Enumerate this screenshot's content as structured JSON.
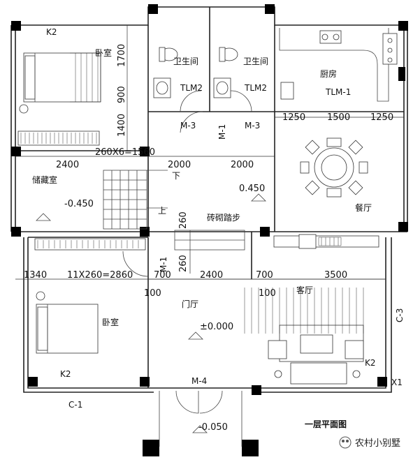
{
  "plan_title": "一层平面图",
  "watermark": "农村小别墅",
  "rooms": {
    "bedroom_top": "卧室",
    "bathroom_left": "卫生间",
    "bathroom_right": "卫生间",
    "kitchen": "厨房",
    "storage": "储藏室",
    "dining": "餐厅",
    "living": "客厅",
    "foyer": "门厅",
    "bedroom_bottom": "卧室",
    "brick_steps": "砖砌踏步"
  },
  "tags": {
    "k2_top": "K2",
    "tlm2_left": "TLM2",
    "tlm2_right": "TLM2",
    "tlm1": "TLM-1",
    "m3_left": "M-3",
    "m1_top": "M-1",
    "m3_right": "M-3",
    "m1_mid": "M-1",
    "m4": "M-4",
    "c1": "C-1",
    "c3": "C-3",
    "k2_bl": "K2",
    "k2_br": "K2",
    "stairs_down": "下",
    "stairs_up": "上",
    "x1": "X1"
  },
  "dimensions": {
    "d1700": "1700",
    "d900": "900",
    "d1400": "1400",
    "d1250a": "1250",
    "d1500": "1500",
    "d1250b": "1250",
    "stair_top": "260X6=1560",
    "d2400a": "2400",
    "d2000a": "2000",
    "d2000b": "2000",
    "d260a": "260",
    "d260b": "260",
    "d1340": "1340",
    "stair_bottom": "11X260=2860",
    "d700a": "700",
    "d2400b": "2400",
    "d700b": "700",
    "d3500": "3500",
    "d100a": "100",
    "d100b": "100"
  },
  "levels": {
    "storage": "-0.450",
    "hall": "0.450",
    "foyer": "±0.000",
    "entry": "-0.050"
  }
}
